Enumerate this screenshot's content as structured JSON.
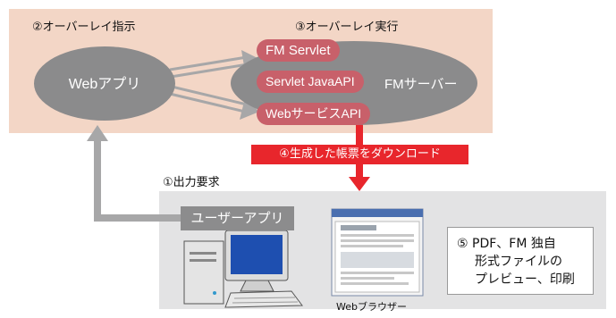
{
  "step_labels": {
    "overlay_instruct": "②オーバーレイ指示",
    "overlay_execute": "③オーバーレイ実行",
    "output_request": "①出力要求"
  },
  "web_app": "Webアプリ",
  "fm_server": "FMサーバー",
  "fm_components": [
    "FM Servlet",
    "Servlet JavaAPI",
    "WebサービスAPI"
  ],
  "download_banner": "④生成した帳票をダウンロード",
  "user_app": "ユーザーアプリ",
  "browser_caption": "Webブラウザー",
  "preview_note": [
    "⑤ PDF、FM 独自",
    "形式ファイルの",
    "プレビュー、印刷"
  ],
  "colors": {
    "top_panel": "#f3d6c6",
    "bottom_panel": "#e3e3e4",
    "ellipse": "#8b8b8c",
    "pill": "#c8606a",
    "download": "#e8262c",
    "arrow": "#a7a7a8"
  }
}
